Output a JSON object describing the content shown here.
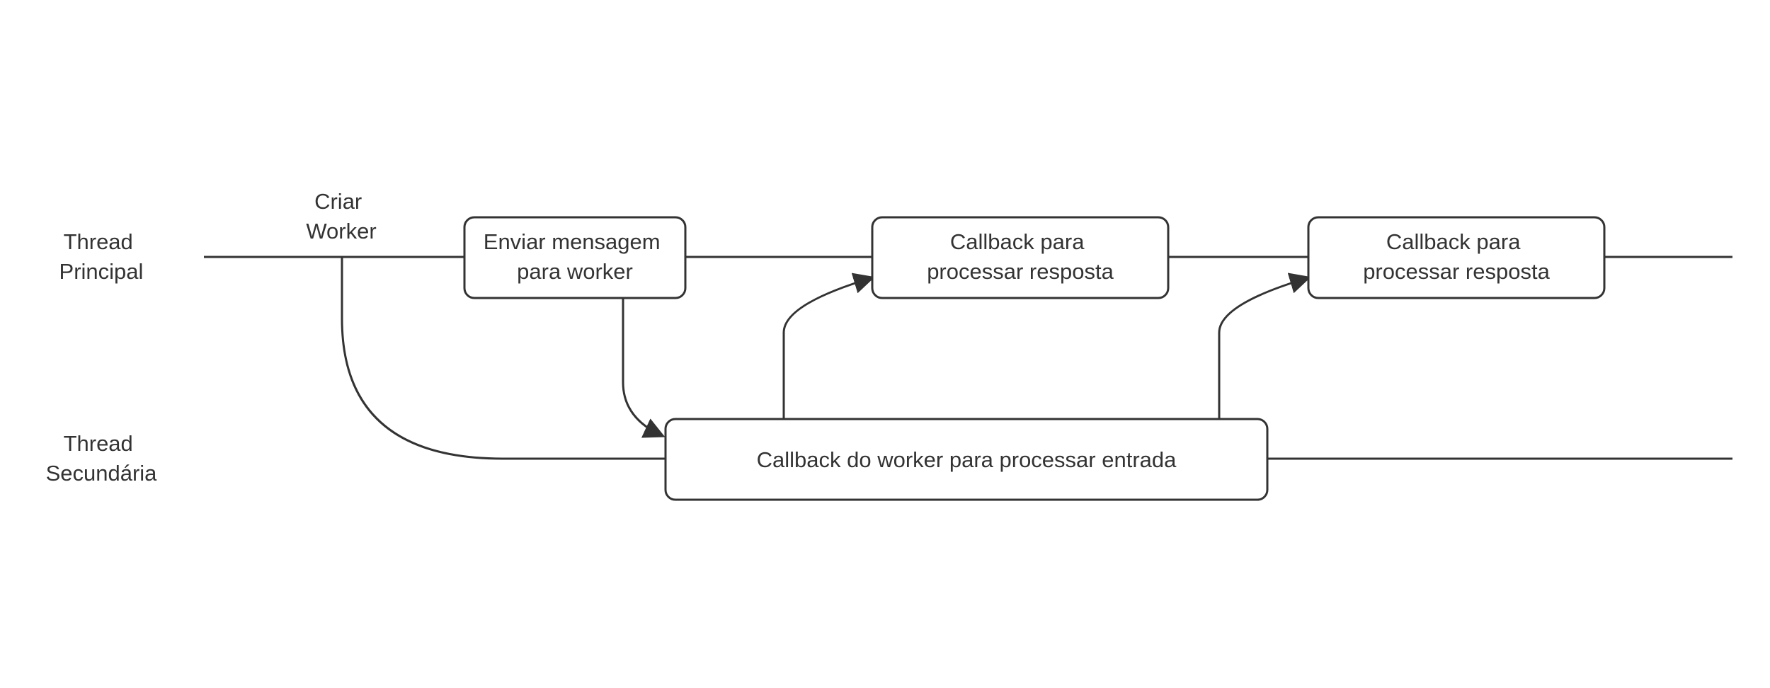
{
  "lanes": {
    "main": {
      "line1": "Thread",
      "line2": "Principal"
    },
    "secondary": {
      "line1": "Thread",
      "line2": "Secundária"
    }
  },
  "create_worker": {
    "line1": "Criar",
    "line2": "Worker"
  },
  "boxes": {
    "send_message": {
      "line1": "Enviar mensagem",
      "line2": "para worker"
    },
    "callback_response_1": {
      "line1": "Callback para",
      "line2": "processar resposta"
    },
    "callback_response_2": {
      "line1": "Callback para",
      "line2": "processar resposta"
    },
    "worker_callback": {
      "text": "Callback do worker para processar entrada"
    }
  },
  "colors": {
    "stroke": "#333333",
    "background": "#ffffff"
  }
}
